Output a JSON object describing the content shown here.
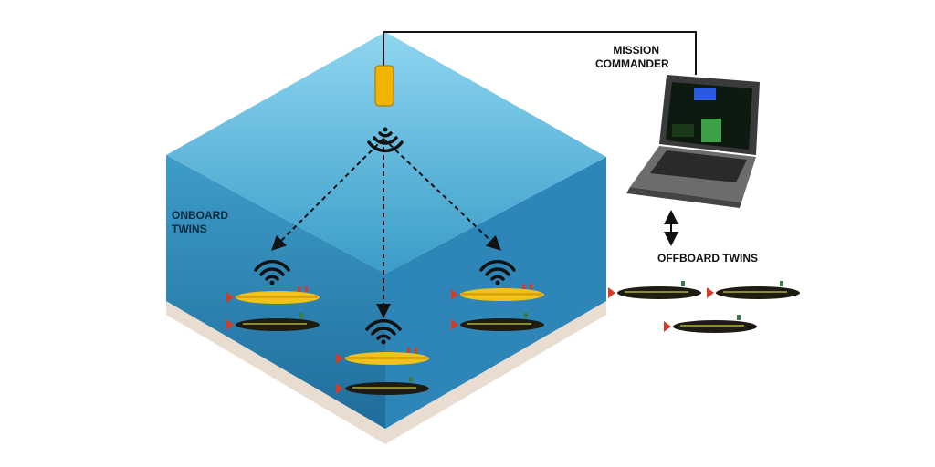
{
  "labels": {
    "mission_commander_line1": "MISSION",
    "mission_commander_line2": "COMMANDER",
    "onboard_line1": "ONBOARD",
    "onboard_line2": "TWINS",
    "offboard": "OFFBOARD TWINS"
  },
  "colors": {
    "water_top": "#6cc4e6",
    "water_side": "#2a7fb0",
    "seabed": "#e8ddd0",
    "auv_yellow": "#f2c21b",
    "auv_black": "#1e1c12",
    "buoy": "#f0b400"
  }
}
